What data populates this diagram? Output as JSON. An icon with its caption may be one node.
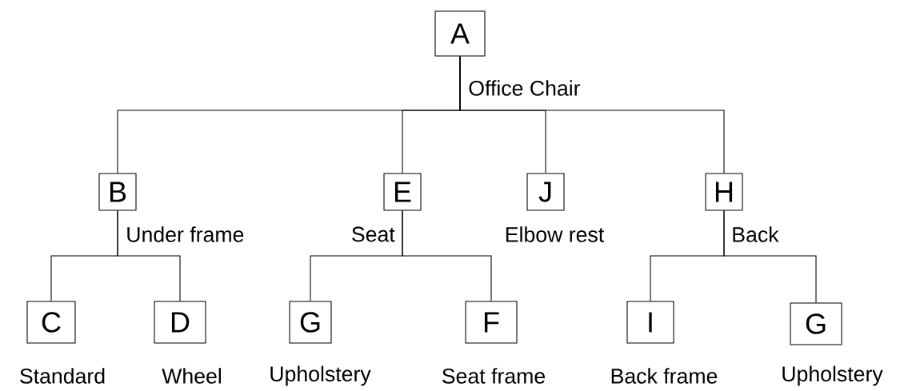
{
  "diagram": {
    "nodes": [
      {
        "text": [
          "A"
        ],
        "beside": [
          "Office Chair"
        ]
      },
      {
        "text": [
          "B"
        ],
        "beside": [
          "Under frame"
        ]
      },
      {
        "text": [
          "E"
        ],
        "beside": [
          "Seat"
        ]
      },
      {
        "text": [
          "J"
        ],
        "beside": [
          "Elbow rest"
        ]
      },
      {
        "text": [
          "H"
        ],
        "beside": [
          "Back"
        ]
      },
      {
        "text": [
          "C"
        ],
        "beside": [
          "Standard"
        ]
      },
      {
        "text": [
          "D"
        ],
        "beside": [
          "Wheel"
        ]
      },
      {
        "text": [
          "G"
        ],
        "beside": [
          "Upholstery"
        ]
      },
      {
        "text": [
          "F"
        ],
        "beside": [
          "Seat frame"
        ]
      },
      {
        "text": [
          "I"
        ],
        "beside": [
          "Back frame"
        ]
      },
      {
        "text": [
          "G"
        ],
        "beside": [
          "Upholstery"
        ]
      }
    ],
    "edges": [
      {
        "from": 0,
        "to": 1,
        "arrow": "none"
      },
      {
        "from": 0,
        "to": 2,
        "arrow": "none"
      },
      {
        "from": 0,
        "to": 3,
        "arrow": "none"
      },
      {
        "from": 0,
        "to": 4,
        "arrow": "none"
      },
      {
        "from": 1,
        "to": 5,
        "arrow": "none"
      },
      {
        "from": 1,
        "to": 6,
        "arrow": "none"
      },
      {
        "from": 2,
        "to": 7,
        "arrow": "none"
      },
      {
        "from": 2,
        "to": 8,
        "arrow": "none"
      },
      {
        "from": 4,
        "to": 9,
        "arrow": "none"
      },
      {
        "from": 4,
        "to": 10,
        "arrow": "none"
      }
    ]
  }
}
